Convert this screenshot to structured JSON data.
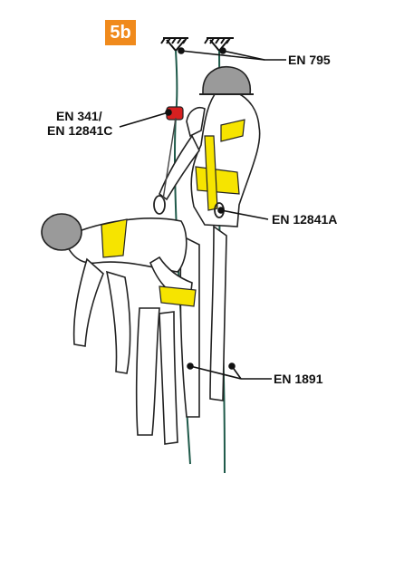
{
  "step_badge": "5b",
  "labels": {
    "en795": "EN 795",
    "en341_line1": "EN 341/",
    "en341_line2": "EN 12841C",
    "en12841a": "EN 12841A",
    "en1891": "EN 1891"
  },
  "colors": {
    "badge": "#f08a1c",
    "harness": "#f6e400",
    "rope": "#1f5a4a",
    "helmet": "#9a9a9a",
    "device": "#d62020"
  },
  "icons": [
    "anchor-icon",
    "helmet-icon",
    "descender-icon",
    "carabiner-icon"
  ]
}
